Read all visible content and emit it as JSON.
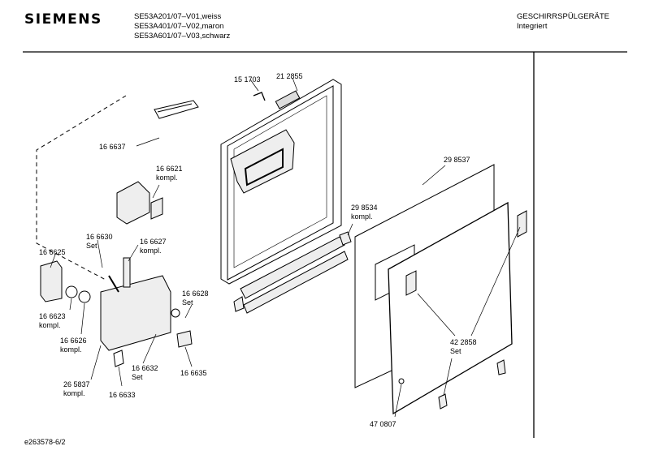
{
  "header": {
    "brand": "SIEMENS",
    "models": [
      "SE53A201/07–V01,weiss",
      "SE53A401/07–V02,maron",
      "SE53A601/07–V03,schwarz"
    ],
    "category": "GESCHIRRSPÜLGERÄTE",
    "subcategory": "Integriert"
  },
  "footer": {
    "drawing_id": "e263578-6/2"
  },
  "parts": {
    "p151703": "15 1703",
    "p212855": "21 2855",
    "p166637": "16 6637",
    "p166621": [
      "16 6621",
      "kompl."
    ],
    "p166630": [
      "16 6630",
      "Set"
    ],
    "p166627": [
      "16 6627",
      "kompl."
    ],
    "p166625": "16 6625",
    "p166623": [
      "16 6623",
      "kompl."
    ],
    "p166626": [
      "16 6626",
      "kompl."
    ],
    "p265837": [
      "26 5837",
      "kompl."
    ],
    "p166628": [
      "16 6628",
      "Set"
    ],
    "p166632": [
      "16 6632",
      "Set"
    ],
    "p166633": "16 6633",
    "p166635": "16 6635",
    "p298537": "29 8537",
    "p298534": [
      "29 8534",
      "kompl."
    ],
    "p422858": [
      "42 2858",
      "Set"
    ],
    "p470807": "47 0807"
  }
}
